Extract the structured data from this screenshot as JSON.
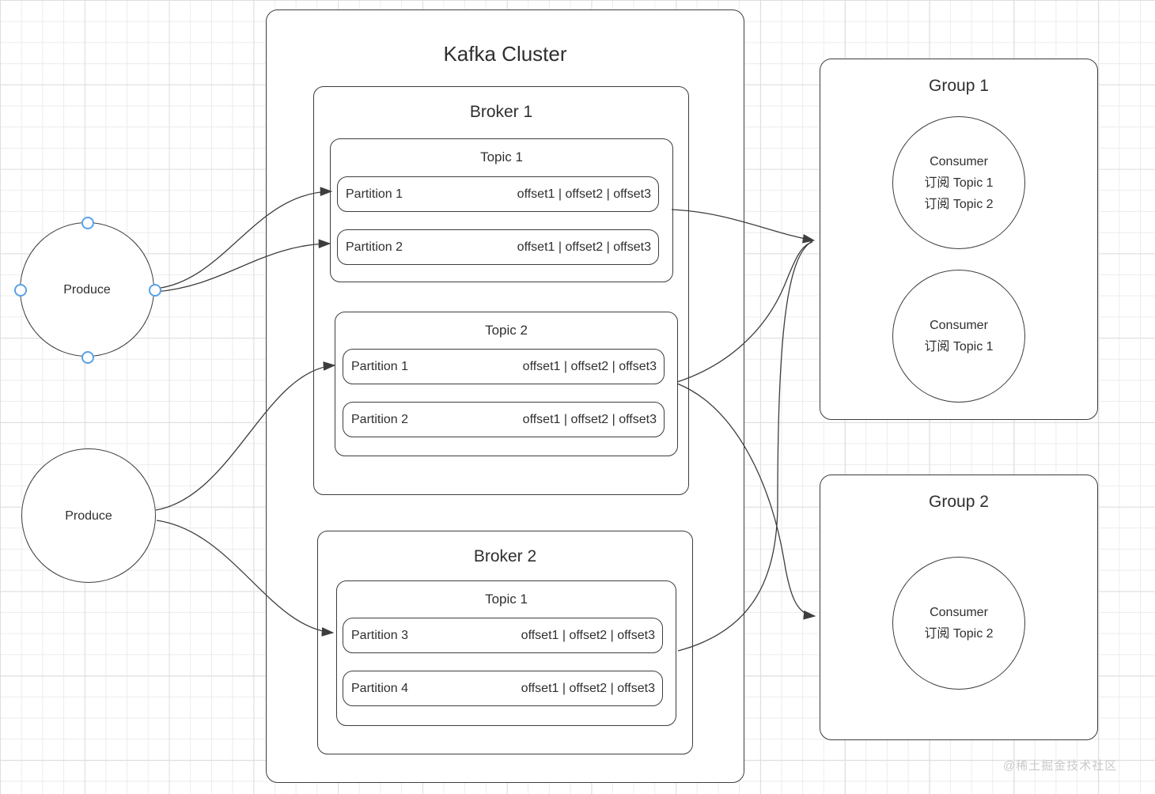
{
  "diagram": {
    "producers": [
      {
        "label": "Produce"
      },
      {
        "label": "Produce"
      }
    ],
    "cluster": {
      "title": "Kafka Cluster",
      "brokers": [
        {
          "title": "Broker 1",
          "topics": [
            {
              "title": "Topic 1",
              "partitions": [
                {
                  "label": "Partition 1",
                  "offsets": "offset1 | offset2 | offset3"
                },
                {
                  "label": "Partition 2",
                  "offsets": "offset1 | offset2 | offset3"
                }
              ]
            },
            {
              "title": "Topic 2",
              "partitions": [
                {
                  "label": "Partition 1",
                  "offsets": "offset1 | offset2 | offset3"
                },
                {
                  "label": "Partition 2",
                  "offsets": "offset1 | offset2 | offset3"
                }
              ]
            }
          ]
        },
        {
          "title": "Broker 2",
          "topics": [
            {
              "title": "Topic 1",
              "partitions": [
                {
                  "label": "Partition 3",
                  "offsets": "offset1 | offset2 | offset3"
                },
                {
                  "label": "Partition 4",
                  "offsets": "offset1 | offset2 | offset3"
                }
              ]
            }
          ]
        }
      ]
    },
    "groups": [
      {
        "title": "Group 1",
        "consumers": [
          {
            "lines": [
              "Consumer",
              "订阅 Topic 1",
              "订阅 Topic 2"
            ]
          },
          {
            "lines": [
              "Consumer",
              "订阅 Topic 1"
            ]
          }
        ]
      },
      {
        "title": "Group 2",
        "consumers": [
          {
            "lines": [
              "Consumer",
              "订阅 Topic 2"
            ]
          }
        ]
      }
    ],
    "watermark": "@稀土掘金技术社区",
    "colors": {
      "line": "#3d3d3d",
      "text": "#2f2f2f",
      "handle_blue": "#59a1e6",
      "watermark_gray": "#c9c9c9",
      "grid_gray": "#ececec"
    }
  }
}
